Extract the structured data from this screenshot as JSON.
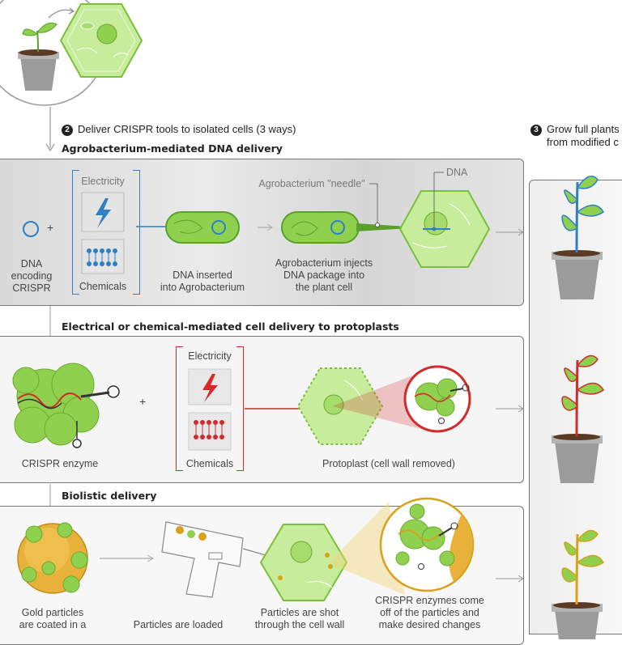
{
  "step2": {
    "num": "2",
    "label": "Deliver CRISPR tools to isolated cells (3 ways)"
  },
  "step3": {
    "num": "3",
    "line1": "Grow full plants",
    "line2": "from modified c"
  },
  "agro": {
    "title": "Agrobacterium-mediated DNA delivery",
    "dna_label": [
      "DNA",
      "encoding",
      "CRISPR"
    ],
    "plus": "+",
    "electricity": "Electricity",
    "chemicals": "Chemicals",
    "inserted": [
      "DNA inserted",
      "into Agrobacterium"
    ],
    "needle": "Agrobacterium \"needle\"",
    "dna_callout": "DNA",
    "injects": [
      "Agrobacterium injects",
      "DNA package into",
      "the plant cell"
    ]
  },
  "electro": {
    "title": "Electrical or chemical-mediated cell delivery to protoplasts",
    "enzyme": "CRISPR enzyme",
    "plus": "+",
    "electricity": "Electricity",
    "chemicals": "Chemicals",
    "protoplast": "Protoplast (cell wall removed)"
  },
  "biolistic": {
    "title": "Biolistic delivery",
    "gold": [
      "Gold particles",
      "are coated in a"
    ],
    "loaded": "Particles are loaded",
    "shot": [
      "Particles are shot",
      "through the cell wall"
    ],
    "enzymes": [
      "CRISPR enzymes come",
      "off of the particles and",
      "make desired changes"
    ]
  },
  "colors": {
    "blue": "#2f7fc7",
    "red": "#d32b2b",
    "gold": "#d9a21b",
    "green": "#8fd14f",
    "cell": "#c6ec9c"
  }
}
